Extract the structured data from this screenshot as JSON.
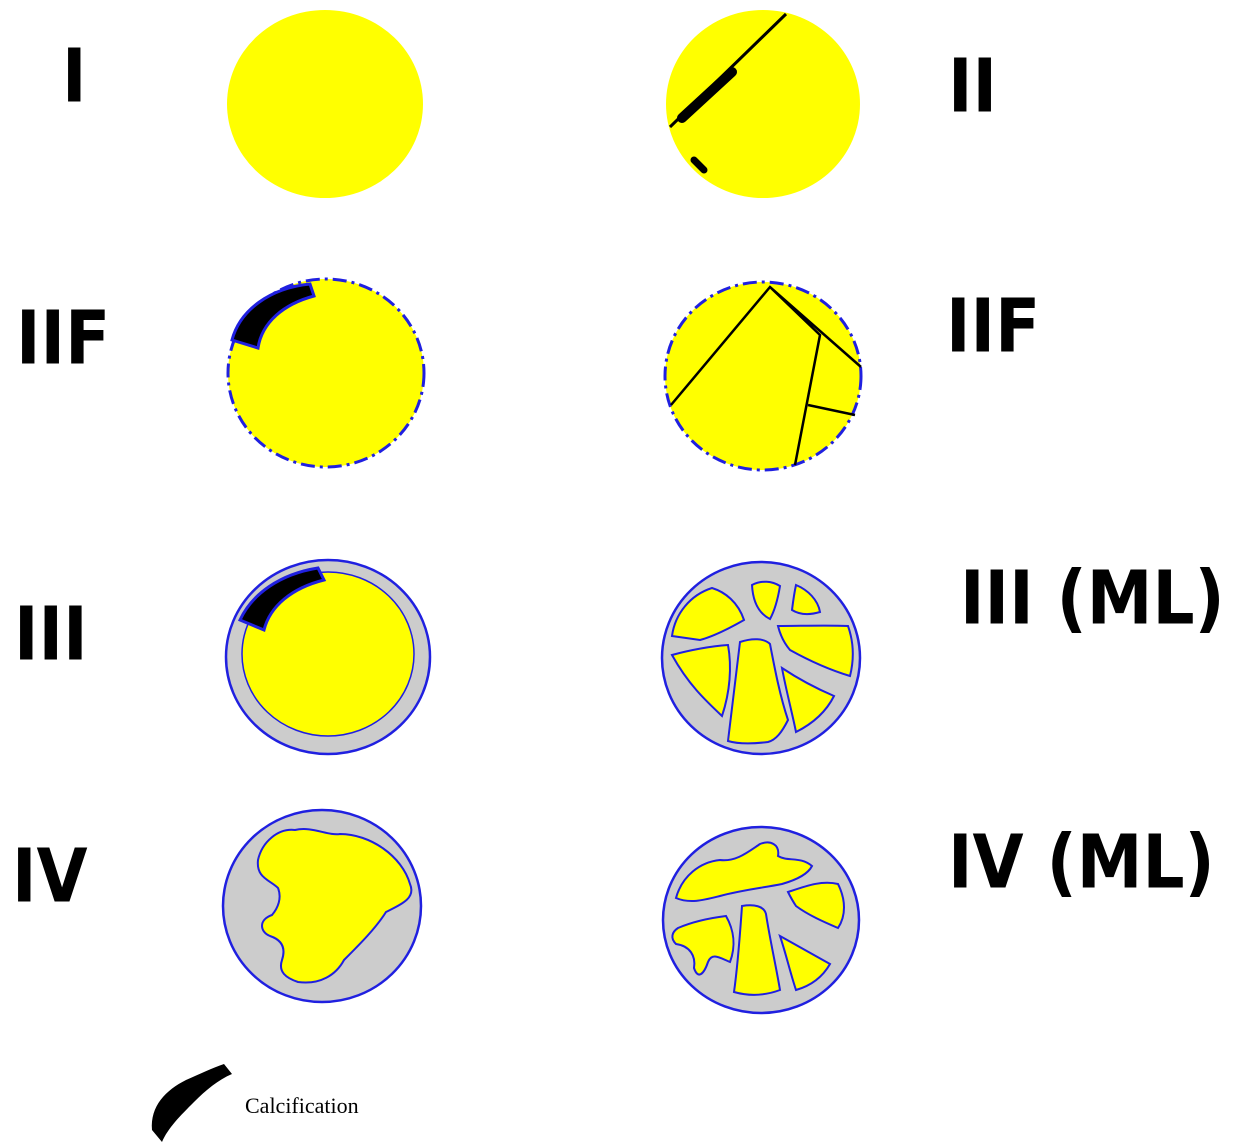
{
  "labels": {
    "row1_left": "I",
    "row1_right": "II",
    "row2_left": "IIF",
    "row2_right": "IIF",
    "row3_left": "III",
    "row3_right": "III (ML)",
    "row4_left": "IV",
    "row4_right": "IV (ML)"
  },
  "legend": {
    "calcification": "Calcification"
  },
  "colors": {
    "cyst_fluid": "#ffff00",
    "cyst_wall": "#cccccc",
    "outline": "#2020e0",
    "calcification": "#000000",
    "septum": "#000000"
  }
}
